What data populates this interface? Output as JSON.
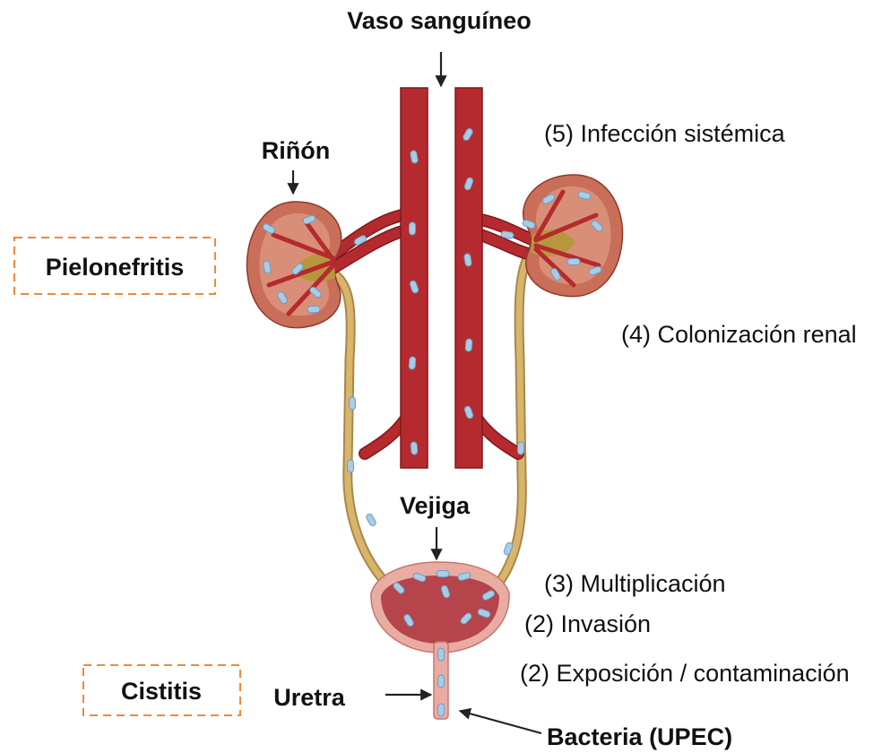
{
  "labels": {
    "vaso": "Vaso sanguíneo",
    "rinon": "Riñón",
    "pielonefritis": "Pielonefritis",
    "infeccion": "(5) Infección sistémica",
    "colonizacion": "(4) Colonización renal",
    "vejiga": "Vejiga",
    "multiplicacion": "(3) Multiplicación",
    "invasion": "(2) Invasión",
    "exposicion": "(2) Exposición / contaminación",
    "cistitis": "Cistitis",
    "uretra": "Uretra",
    "bacteria": "Bacteria (UPEC)"
  },
  "colors": {
    "vessel": "#b52a2e",
    "ureter": "#d8b56b",
    "kidney": "#c96f59",
    "bladder": "#e9aca2",
    "bacteria": "#a8cce6",
    "box": "#ec8a3c"
  }
}
